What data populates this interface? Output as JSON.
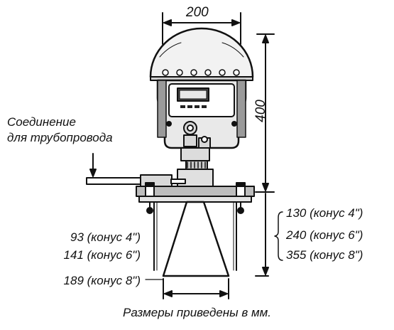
{
  "dimensions": {
    "width": "200",
    "height": "400"
  },
  "connection_label": [
    "Соединение",
    "для трубопровода"
  ],
  "left_labels": [
    "93 (конус 4\")",
    "141 (конус 6\")",
    "189 (конус 8\")"
  ],
  "right_labels": [
    "130 (конус 4\")",
    "240 (конус 6\")",
    "355 (конус 8\")"
  ],
  "caption": "Размеры приведены в мм."
}
